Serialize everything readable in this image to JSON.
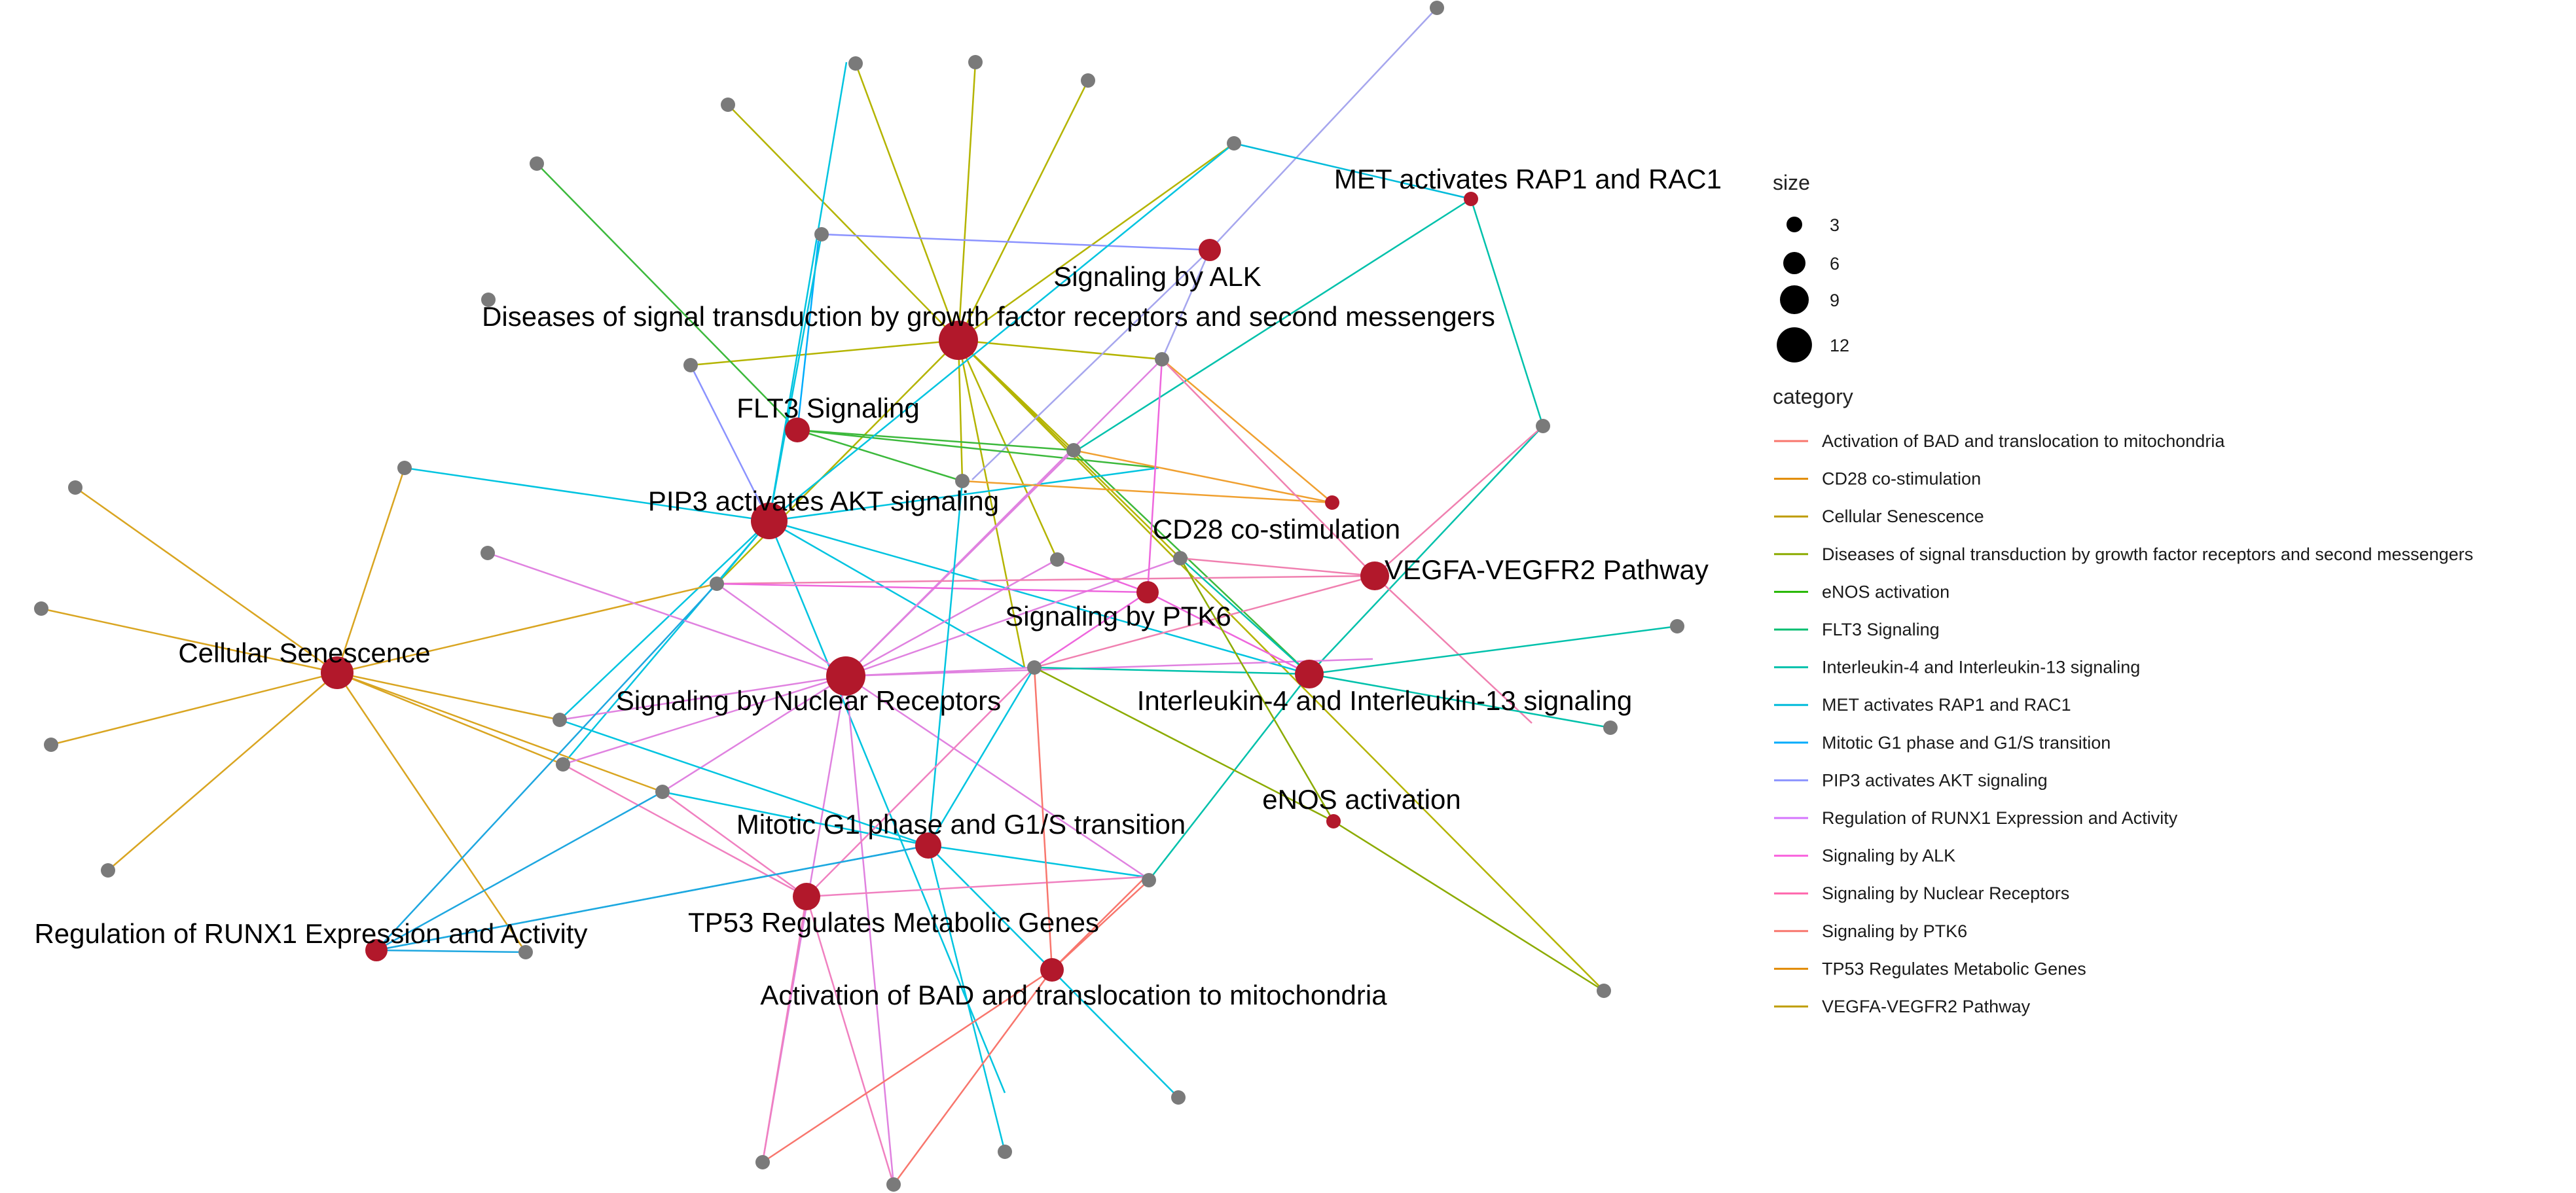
{
  "colors": {
    "category_node": "#b2182b",
    "gene_node": "#7a7a7a",
    "legend_dot": "#000000"
  },
  "legend": {
    "size_title": "size",
    "size_items": [
      {
        "label": "3",
        "value": 3
      },
      {
        "label": "6",
        "value": 6
      },
      {
        "label": "9",
        "value": 9
      },
      {
        "label": "12",
        "value": 12
      }
    ],
    "category_title": "category",
    "category_items": [
      {
        "label": "Activation of BAD and translocation to mitochondria",
        "color": "#f8766d"
      },
      {
        "label": "CD28 co-stimulation",
        "color": "#e18a00"
      },
      {
        "label": "Cellular Senescence",
        "color": "#be9c00"
      },
      {
        "label": "Diseases of signal transduction by growth factor receptors and second messengers",
        "color": "#8cab00"
      },
      {
        "label": "eNOS activation",
        "color": "#24b700"
      },
      {
        "label": "FLT3 Signaling",
        "color": "#00be70"
      },
      {
        "label": "Interleukin-4 and Interleukin-13 signaling",
        "color": "#00c1ab"
      },
      {
        "label": "MET activates RAP1 and RAC1",
        "color": "#00bbda"
      },
      {
        "label": "Mitotic G1 phase and G1/S transition",
        "color": "#00acfc"
      },
      {
        "label": "PIP3 activates AKT signaling",
        "color": "#8b93ff"
      },
      {
        "label": "Regulation of RUNX1 Expression and Activity",
        "color": "#d575fe"
      },
      {
        "label": "Signaling by ALK",
        "color": "#f962dd"
      },
      {
        "label": "Signaling by Nuclear Receptors",
        "color": "#ff65ac"
      },
      {
        "label": "Signaling by PTK6",
        "color": "#f8766d"
      },
      {
        "label": "TP53 Regulates Metabolic Genes",
        "color": "#e18a00"
      },
      {
        "label": "VEGFA-VEGFR2 Pathway",
        "color": "#be9c00"
      }
    ]
  }
}
